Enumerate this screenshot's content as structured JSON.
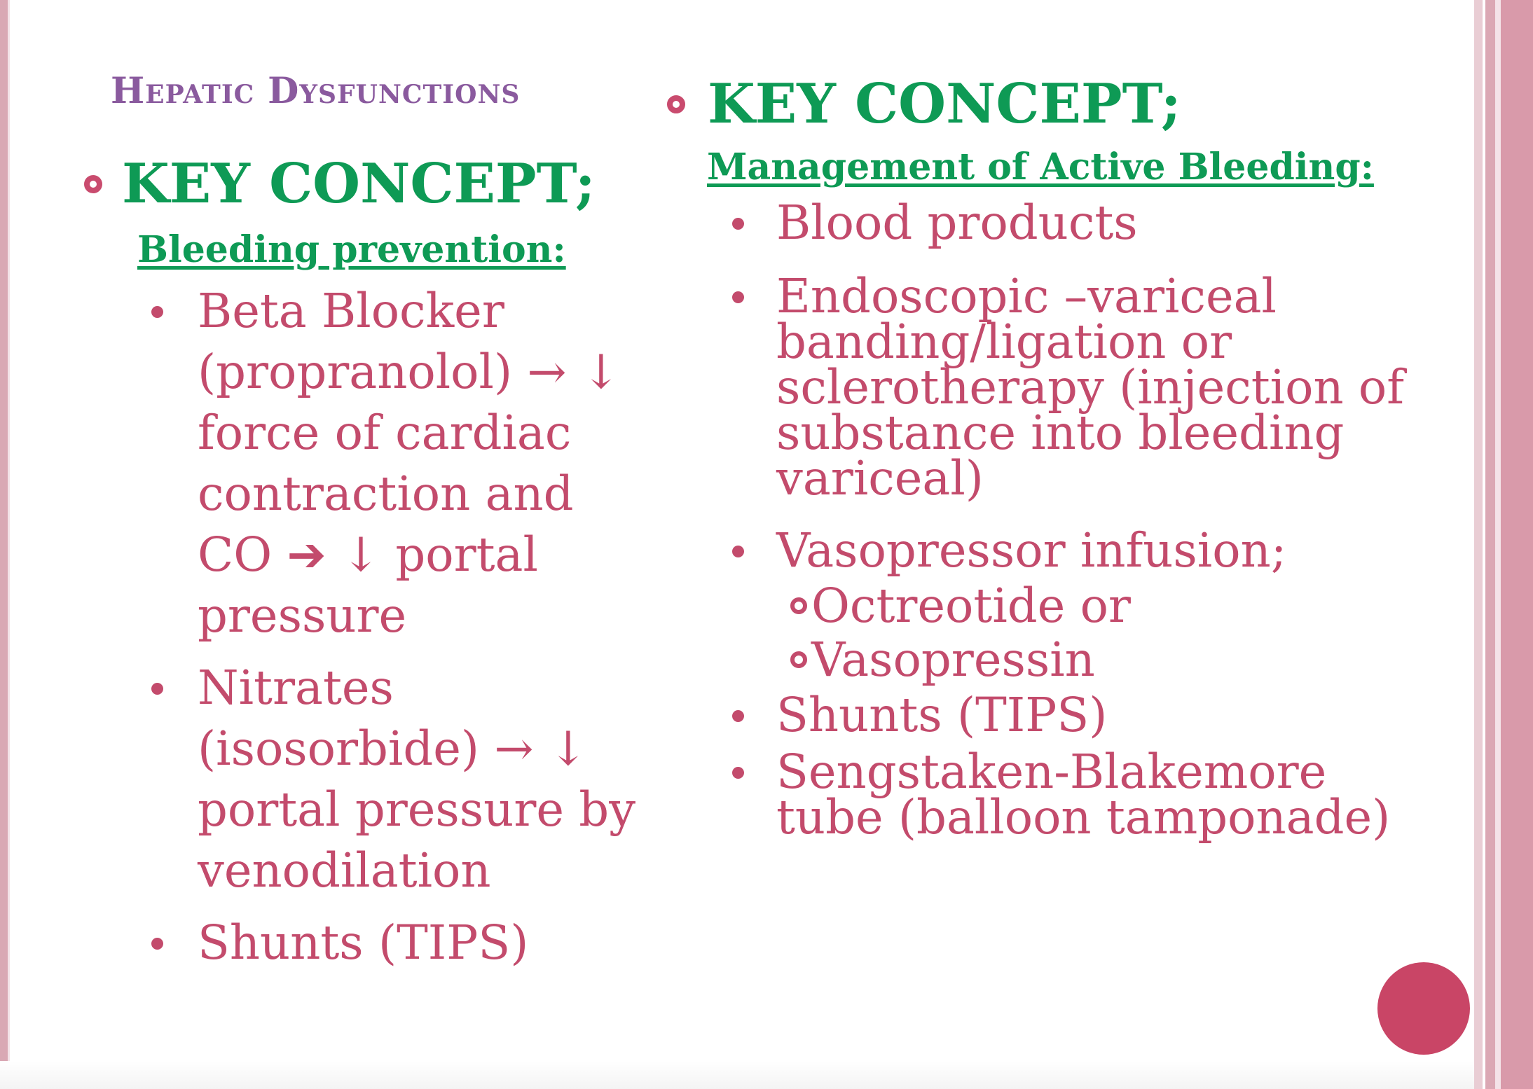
{
  "slide": {
    "header": "Hepatic Dysfunctions",
    "left": {
      "heading": "KEY CONCEPT;",
      "subheading": "Bleeding prevention:",
      "items": [
        {
          "lines": [
            "Beta Blocker",
            "(propranolol) → ↓",
            "force of cardiac",
            "contraction and",
            "CO ➔ ↓ portal",
            "pressure"
          ]
        },
        {
          "lines": [
            "Nitrates",
            "(isosorbide) → ↓",
            "portal pressure by",
            "venodilation"
          ]
        },
        {
          "lines": [
            "Shunts (TIPS)"
          ]
        }
      ]
    },
    "right": {
      "heading": "KEY CONCEPT;",
      "subheading": "Management of Active Bleeding:",
      "items": [
        {
          "lines": [
            "Blood products"
          ]
        },
        {
          "lines": [
            "Endoscopic –variceal",
            "banding/ligation or",
            "sclerotherapy (injection of",
            "substance into bleeding",
            "variceal)"
          ]
        },
        {
          "lines": [
            "Vasopressor infusion;"
          ]
        }
      ],
      "subitems": [
        "Octreotide or",
        "Vasopressin"
      ],
      "items_after": [
        {
          "lines": [
            "Shunts (TIPS)"
          ]
        },
        {
          "lines": [
            "Sengstaken-Blakemore",
            "tube (balloon tamponade)"
          ]
        }
      ]
    }
  },
  "colors": {
    "heading_green": "#0e9a55",
    "body_rose": "#c34b6c",
    "header_purple": "#8a5a9e",
    "accent_circle": "#c94566"
  }
}
